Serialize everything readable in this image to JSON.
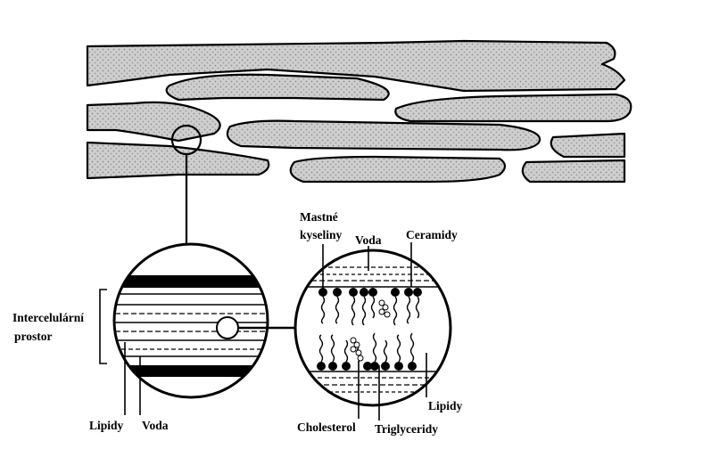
{
  "labels": {
    "mastne_line1": "Mastné",
    "mastne_line2": "kyseliny",
    "voda_top": "Voda",
    "ceramidy": "Ceramidy",
    "intercelularni_line1": "Intercelulární",
    "intercelularni_line2": "prostor",
    "lipidy_left": "Lipidy",
    "voda_bottom": "Voda",
    "cholesterol": "Cholesterol",
    "triglyceridy": "Triglyceridy",
    "lipidy_right": "Lipidy"
  },
  "colors": {
    "ink": "#000000",
    "cell_fill": "#c8c8c8",
    "background": "#ffffff"
  }
}
